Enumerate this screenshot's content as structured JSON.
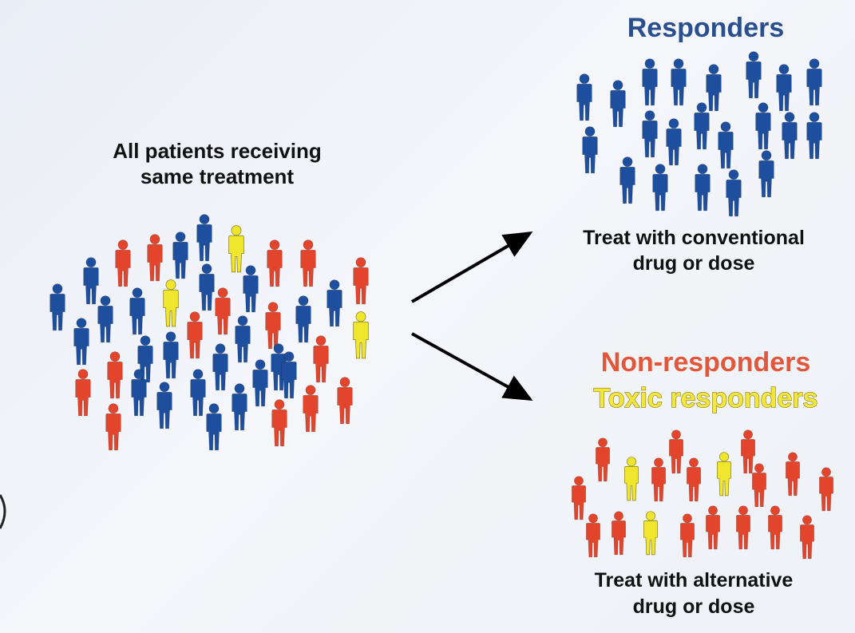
{
  "left_group": {
    "title_line1": "All patients receiving",
    "title_line2": "same treatment"
  },
  "responders": {
    "title": "Responders",
    "caption_line1": "Treat with conventional",
    "caption_line2": "drug or dose"
  },
  "non_responders": {
    "title": "Non-responders",
    "toxic_title": "Toxic responders",
    "caption_line1": "Treat with alternative",
    "caption_line2": "drug or dose"
  },
  "colors": {
    "responder": "#1d4f9e",
    "non_responder": "#e2452b",
    "toxic_responder": "#f0e62e",
    "responders_heading": "#2a4f8f",
    "non_responders_heading": "#e2563a",
    "toxic_heading": "#f2e640",
    "text": "#111111",
    "arrow": "#000000"
  },
  "icons": {
    "person": "person-icon",
    "arrow": "arrow-icon"
  }
}
